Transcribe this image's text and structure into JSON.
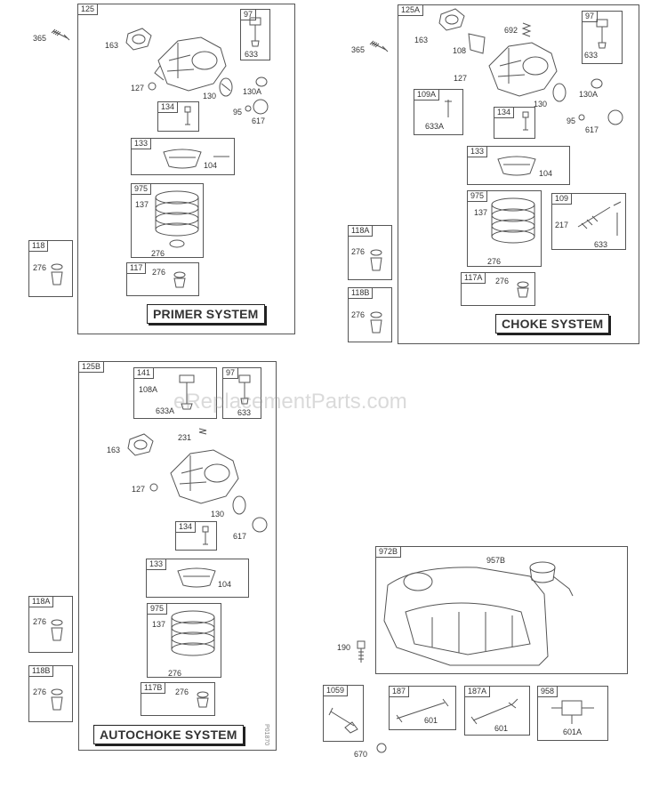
{
  "sections": {
    "primer": {
      "tag": "125",
      "banner": "PRIMER SYSTEM"
    },
    "choke": {
      "tag": "125A",
      "banner": "CHOKE SYSTEM"
    },
    "autochoke": {
      "tag": "125B",
      "banner": "AUTOCHOKE SYSTEM"
    },
    "tank": {
      "tag": "972B"
    }
  },
  "tags": {
    "t97a": "97",
    "t134a": "134",
    "t133a": "133",
    "t975a": "975",
    "t117": "117",
    "t118": "118",
    "t97b": "97",
    "t109a": "109A",
    "t134b": "134",
    "t133b": "133",
    "t975b": "975",
    "t109": "109",
    "t117a": "117A",
    "t118a_top": "118A",
    "t118b_top": "118B",
    "t141": "141",
    "t97c": "97",
    "t134c": "134",
    "t133c": "133",
    "t975c": "975",
    "t117b": "117B",
    "t118a_bot": "118A",
    "t118b_bot": "118B",
    "t1059": "1059",
    "t187": "187",
    "t187a": "187A",
    "t958": "958"
  },
  "labels": {
    "l365a": "365",
    "l163a": "163",
    "l633a": "633",
    "l127a": "127",
    "l130a": "130",
    "l130aa": "130A",
    "l95a": "95",
    "l617a": "617",
    "l104a": "104",
    "l137a": "137",
    "l276a": "276",
    "l276b": "276",
    "l276c": "276",
    "l365b": "365",
    "l163b": "163",
    "l108": "108",
    "l692": "692",
    "l633b": "633",
    "l127b": "127",
    "l130b": "130",
    "l130ab": "130A",
    "l633ab": "633A",
    "l95b": "95",
    "l617b": "617",
    "l104b": "104",
    "l137b": "137",
    "l276d": "276",
    "l276e": "276",
    "l217": "217",
    "l633c": "633",
    "l276f": "276",
    "l276g": "276",
    "l108a": "108A",
    "l633ac": "633A",
    "l633d": "633",
    "l231": "231",
    "l163c": "163",
    "l127c": "127",
    "l130c": "130",
    "l617c": "617",
    "l104c": "104",
    "l137c": "137",
    "l276h": "276",
    "l276i": "276",
    "l276j": "276",
    "l276k": "276",
    "l957b": "957B",
    "l190": "190",
    "l601a": "601",
    "l601b": "601",
    "l601ac": "601A",
    "l670": "670"
  },
  "watermark": "eReplacementParts.com",
  "drawing_code": "P01870"
}
